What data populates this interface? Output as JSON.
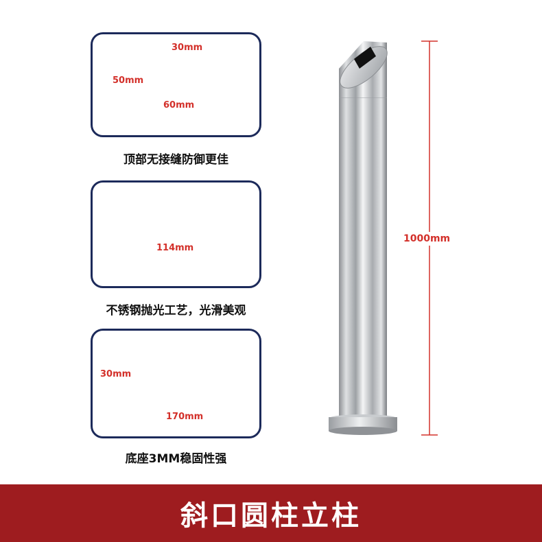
{
  "panels": [
    {
      "caption": "顶部无接缝防御更佳",
      "dims": {
        "width_top": "30mm",
        "side": "50mm",
        "bottom": "60mm"
      }
    },
    {
      "caption": "不锈钢抛光工艺，光滑美观",
      "dims": {
        "diameter": "114mm"
      }
    },
    {
      "caption": "底座3MM稳固性强",
      "dims": {
        "height": "30mm",
        "base": "170mm"
      }
    }
  ],
  "height_label": "1000mm",
  "banner_title": "斜口圆柱立柱",
  "colors": {
    "border": "#1c2a5a",
    "dimension": "#d3302a",
    "banner": "#9e1c1f"
  }
}
